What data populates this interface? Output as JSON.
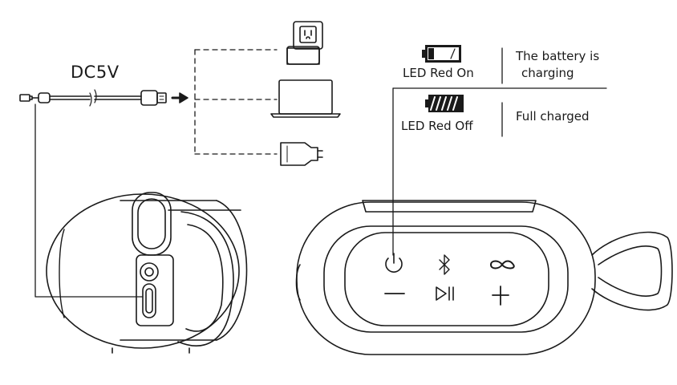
{
  "power": {
    "label": "DC5V"
  },
  "sources": [
    "wall-outlet",
    "laptop",
    "car-charger"
  ],
  "indicators": [
    {
      "led": "LED Red On",
      "status_line1": "The battery is",
      "status_line2": "charging",
      "battery_icon": "battery-low-icon"
    },
    {
      "led": "LED Red Off",
      "status_line1": "Full charged",
      "battery_icon": "battery-full-icon"
    }
  ],
  "buttons": [
    "power",
    "bluetooth",
    "link",
    "volume-down",
    "play-pause",
    "volume-up"
  ],
  "colors": {
    "line": "#1a1a1a",
    "led": "#1a1a1a"
  }
}
